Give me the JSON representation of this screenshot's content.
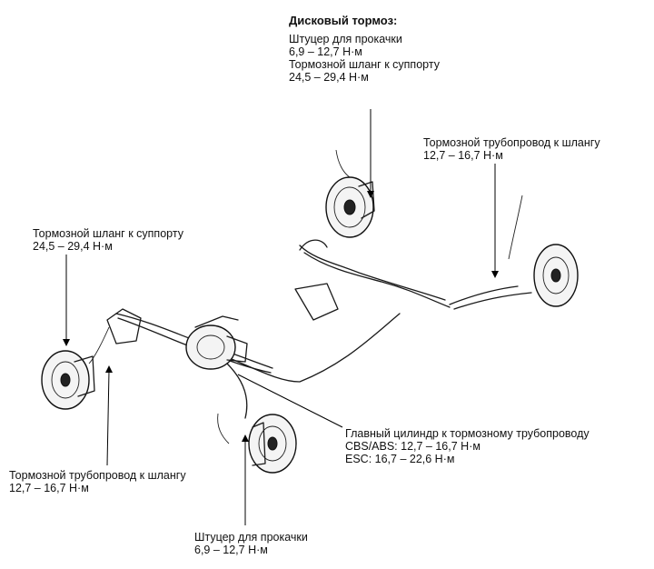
{
  "labels": {
    "disc_brake_heading": "Дисковый тормоз:",
    "front_bleeder": {
      "line1": "Штуцер для прокачки",
      "line2": "6,9 – 12,7 Н·м"
    },
    "front_hose_caliper": {
      "line1": "Тормозной шланг к суппорту",
      "line2": "24,5 – 29,4 Н·м"
    },
    "rear_line_to_hose_right": {
      "line1": "Тормозной трубопровод к шлангу",
      "line2": "12,7 – 16,7 Н·м"
    },
    "left_hose_caliper": {
      "line1": "Тормозной шланг к суппорту",
      "line2": "24,5 – 29,4 Н·м"
    },
    "master_cylinder": {
      "line1": "Главный цилиндр к тормозному трубопроводу",
      "line2": "CBS/ABS: 12,7 – 16,7 Н·м",
      "line3": "ESC: 16,7 – 22,6 Н·м"
    },
    "left_line_to_hose": {
      "line1": "Тормозной трубопровод к шлангу",
      "line2": "12,7 – 16,7 Н·м"
    },
    "bottom_bleeder": {
      "line1": "Штуцер для прокачки",
      "line2": "6,9 – 12,7 Н·м"
    }
  }
}
